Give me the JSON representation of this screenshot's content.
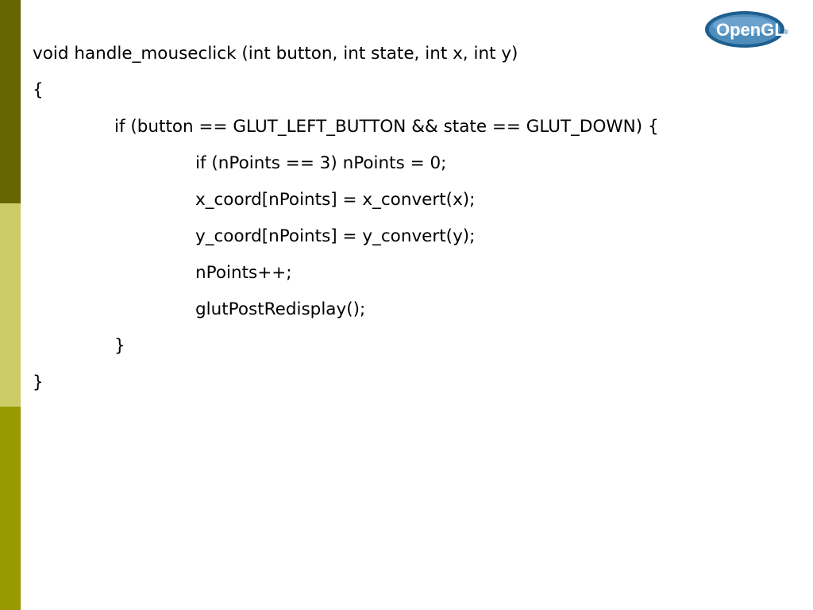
{
  "slide": {
    "logo": {
      "text": "OpenGL",
      "registered_mark": "®",
      "colors": {
        "ellipse_outer": "#1f5f8f",
        "ellipse_inner": "#5b97c4",
        "text": "#ffffff"
      }
    },
    "sidebar": {
      "colors": [
        "#666600",
        "#cccc66",
        "#999900"
      ]
    },
    "code_lines": [
      {
        "text": "void handle_mouseclick (int button, int state, int x, int y)",
        "indent": 0
      },
      {
        "text": "{",
        "indent": 0
      },
      {
        "text": "if (button == GLUT_LEFT_BUTTON && state == GLUT_DOWN) {",
        "indent": 1
      },
      {
        "text": "if (nPoints == 3) nPoints = 0;",
        "indent": 2
      },
      {
        "text": "x_coord[nPoints] = x_convert(x);",
        "indent": 2
      },
      {
        "text": "y_coord[nPoints] = y_convert(y);",
        "indent": 2
      },
      {
        "text": "nPoints++;",
        "indent": 2
      },
      {
        "text": "glutPostRedisplay();",
        "indent": 2
      },
      {
        "text": "}",
        "indent": 1
      },
      {
        "text": "}",
        "indent": 0
      }
    ]
  }
}
